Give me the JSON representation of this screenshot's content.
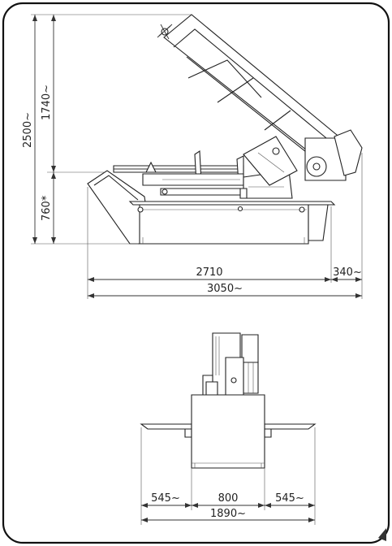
{
  "side_view": {
    "height_total": "2500~",
    "height_head": "1740~",
    "height_table": "760*",
    "length_base": "2710",
    "length_overhang": "340~",
    "length_total": "3050~"
  },
  "front_view": {
    "width_left": "545~",
    "width_center": "800",
    "width_right": "545~",
    "width_total": "1890~"
  },
  "colors": {
    "frame": "#111111",
    "line": "#333333"
  }
}
